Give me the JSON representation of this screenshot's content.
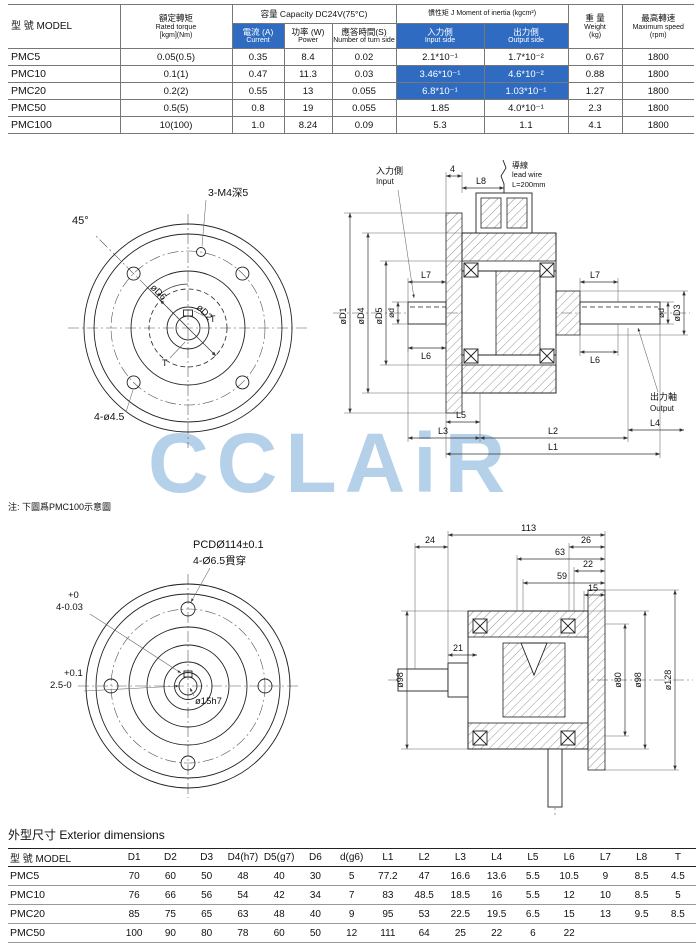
{
  "colors": {
    "highlight": "#2f6cc1",
    "highlight_text": "#ffffff",
    "watermark": "#a3c6e6",
    "line": "#222222"
  },
  "watermark": "CCLAiR",
  "spec_table": {
    "header": {
      "model": "型 號 MODEL",
      "torque_cn": "額定轉矩",
      "torque_en": "Rated torque",
      "torque_unit": "[kgm](Nm)",
      "capacity": "容量 Capacity  DC24V(75°C)",
      "current_cn": "電流 (A)",
      "current_en": "Current",
      "power_cn": "功率 (W)",
      "power_en": "Power",
      "response_cn": "應答時間(S)",
      "response_en": "Number of turn side",
      "inertia": "慣性矩 J  Moment of inertia (kgcm²)",
      "input_cn": "入力側",
      "input_en": "Input side",
      "output_cn": "出力側",
      "output_en": "Output side",
      "weight_cn": "重 量",
      "weight_en": "Weight",
      "weight_unit": "(kg)",
      "speed_cn": "最高轉速",
      "speed_en": "Maximum speed",
      "speed_unit": "(rpm)"
    },
    "rows": [
      {
        "model": "PMC5",
        "torque": "0.05(0.5)",
        "current": "0.35",
        "power": "8.4",
        "response": "0.02",
        "inertia_in": "2.1*10⁻¹",
        "inertia_out": "1.7*10⁻²",
        "weight": "0.67",
        "speed": "1800"
      },
      {
        "model": "PMC10",
        "torque": "0.1(1)",
        "current": "0.47",
        "power": "11.3",
        "response": "0.03",
        "inertia_in": "3.46*10⁻¹",
        "inertia_out": "4.6*10⁻²",
        "weight": "0.88",
        "speed": "1800",
        "hl": [
          "inertia_in",
          "inertia_out"
        ]
      },
      {
        "model": "PMC20",
        "torque": "0.2(2)",
        "current": "0.55",
        "power": "13",
        "response": "0.055",
        "inertia_in": "6.8*10⁻¹",
        "inertia_out": "1.03*10⁻¹",
        "weight": "1.27",
        "speed": "1800",
        "hl": [
          "inertia_in",
          "inertia_out"
        ]
      },
      {
        "model": "PMC50",
        "torque": "0.5(5)",
        "current": "0.8",
        "power": "19",
        "response": "0.055",
        "inertia_in": "1.85",
        "inertia_out": "4.0*10⁻¹",
        "weight": "2.3",
        "speed": "1800"
      },
      {
        "model": "PMC100",
        "torque": "10(100)",
        "current": "1.0",
        "power": "8.24",
        "response": "0.09",
        "inertia_in": "5.3",
        "inertia_out": "1.1",
        "weight": "4.1",
        "speed": "1800"
      }
    ]
  },
  "drawings": {
    "front_top": {
      "angle": "45°",
      "tap_holes": "3-M4深5",
      "dia_d6": "øD6",
      "dia_d2": "øD2",
      "key_t1": "T",
      "key_t2": "T",
      "mount_holes": "4-ø4.5"
    },
    "section_top": {
      "input_cn": "入力側",
      "input_en": "Input",
      "dim_4": "4",
      "l8": "L8",
      "lead_cn": "導線",
      "lead_en": "lead wire",
      "lead_len": "L=200mm",
      "l7_left": "L7",
      "l7_right": "L7",
      "d1": "øD1",
      "d4": "øD4",
      "d5": "øD5",
      "d_left": "ød",
      "d_right": "ød",
      "d3": "øD3",
      "l6_left": "L6",
      "l6_right": "L6",
      "l5": "L5",
      "l3": "L3",
      "l2": "L2",
      "l1": "L1",
      "l4": "L4",
      "output_cn": "出力軸",
      "output_en": "Output"
    },
    "note": "注: 下圖爲PMC100示意圖",
    "front_bottom": {
      "pcd": "PCDØ114±0.1",
      "holes": "4-Ø6.5貫穿",
      "tol1_top": "+0",
      "tol1_bottom": "4-0.03",
      "tol2_top": "+0.1",
      "tol2_bottom": "2.5-0",
      "shaft": "ø15h7"
    },
    "section_bottom": {
      "w113": "113",
      "w26": "26",
      "w63": "63",
      "w22": "22",
      "w59": "59",
      "w15": "15",
      "w24": "24",
      "w21": "21",
      "d98_left": "ø98",
      "d80": "ø80",
      "d98_right": "ø98",
      "d128": "ø128"
    }
  },
  "dim_section": {
    "title": "外型尺寸 Exterior dimensions",
    "headers": [
      "型 號 MODEL",
      "D1",
      "D2",
      "D3",
      "D4(h7)",
      "D5(g7)",
      "D6",
      "d(g6)",
      "L1",
      "L2",
      "L3",
      "L4",
      "L5",
      "L6",
      "L7",
      "L8",
      "T"
    ],
    "rows": [
      {
        "model": "PMC5",
        "D1": "70",
        "D2": "60",
        "D3": "50",
        "D4": "48",
        "D5": "40",
        "D6": "30",
        "d": "5",
        "L1": "77.2",
        "L2": "47",
        "L3": "16.6",
        "L4": "13.6",
        "L5": "5.5",
        "L6": "10.5",
        "L7": "9",
        "L8": "8.5",
        "T": "4.5"
      },
      {
        "model": "PMC10",
        "D1": "76",
        "D2": "66",
        "D3": "56",
        "D4": "54",
        "D5": "42",
        "D6": "34",
        "d": "7",
        "L1": "83",
        "L2": "48.5",
        "L3": "18.5",
        "L4": "16",
        "L5": "5.5",
        "L6": "12",
        "L7": "10",
        "L8": "8.5",
        "T": "5"
      },
      {
        "model": "PMC20",
        "D1": "85",
        "D2": "75",
        "D3": "65",
        "D4": "63",
        "D5": "48",
        "D6": "40",
        "d": "9",
        "L1": "95",
        "L2": "53",
        "L3": "22.5",
        "L4": "19.5",
        "L5": "6.5",
        "L6": "15",
        "L7": "13",
        "L8": "9.5",
        "T": "8.5"
      },
      {
        "model": "PMC50",
        "D1": "100",
        "D2": "90",
        "D3": "80",
        "D4": "78",
        "D5": "60",
        "D6": "50",
        "d": "12",
        "L1": "111",
        "L2": "64",
        "L3": "25",
        "L4": "22",
        "L5": "6",
        "L6": "22",
        "L7": "",
        "L8": "",
        "T": ""
      }
    ]
  }
}
